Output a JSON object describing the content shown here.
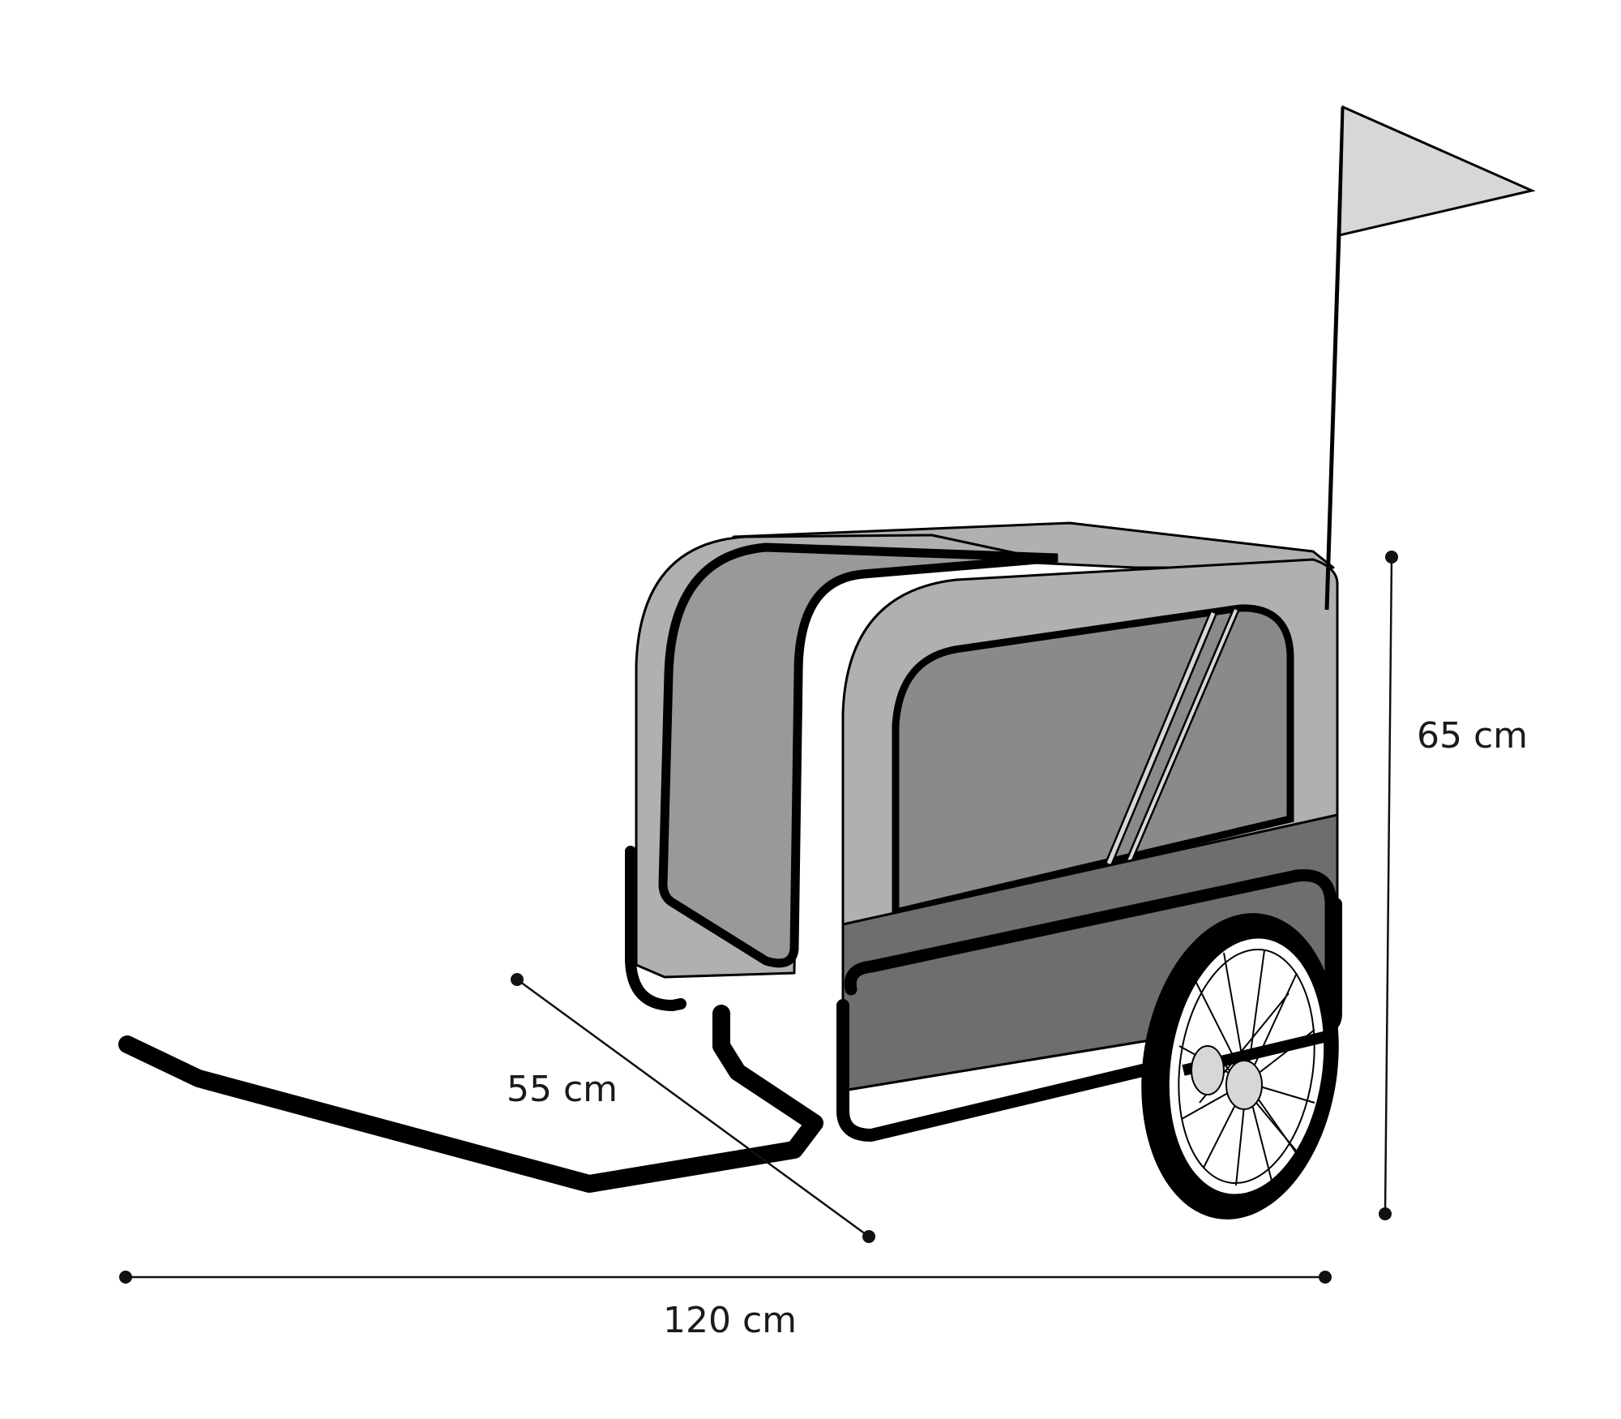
{
  "dimensions": {
    "length": "120 cm",
    "height": "65 cm",
    "width": "55 cm"
  },
  "colors": {
    "outer_fabric": "#b1b0b0",
    "window_mesh": "#8a8a8a",
    "inner_mesh": "#999999",
    "base_panel": "#6e6e6e",
    "flag": "#d7d7d7",
    "frame": "#000000"
  }
}
